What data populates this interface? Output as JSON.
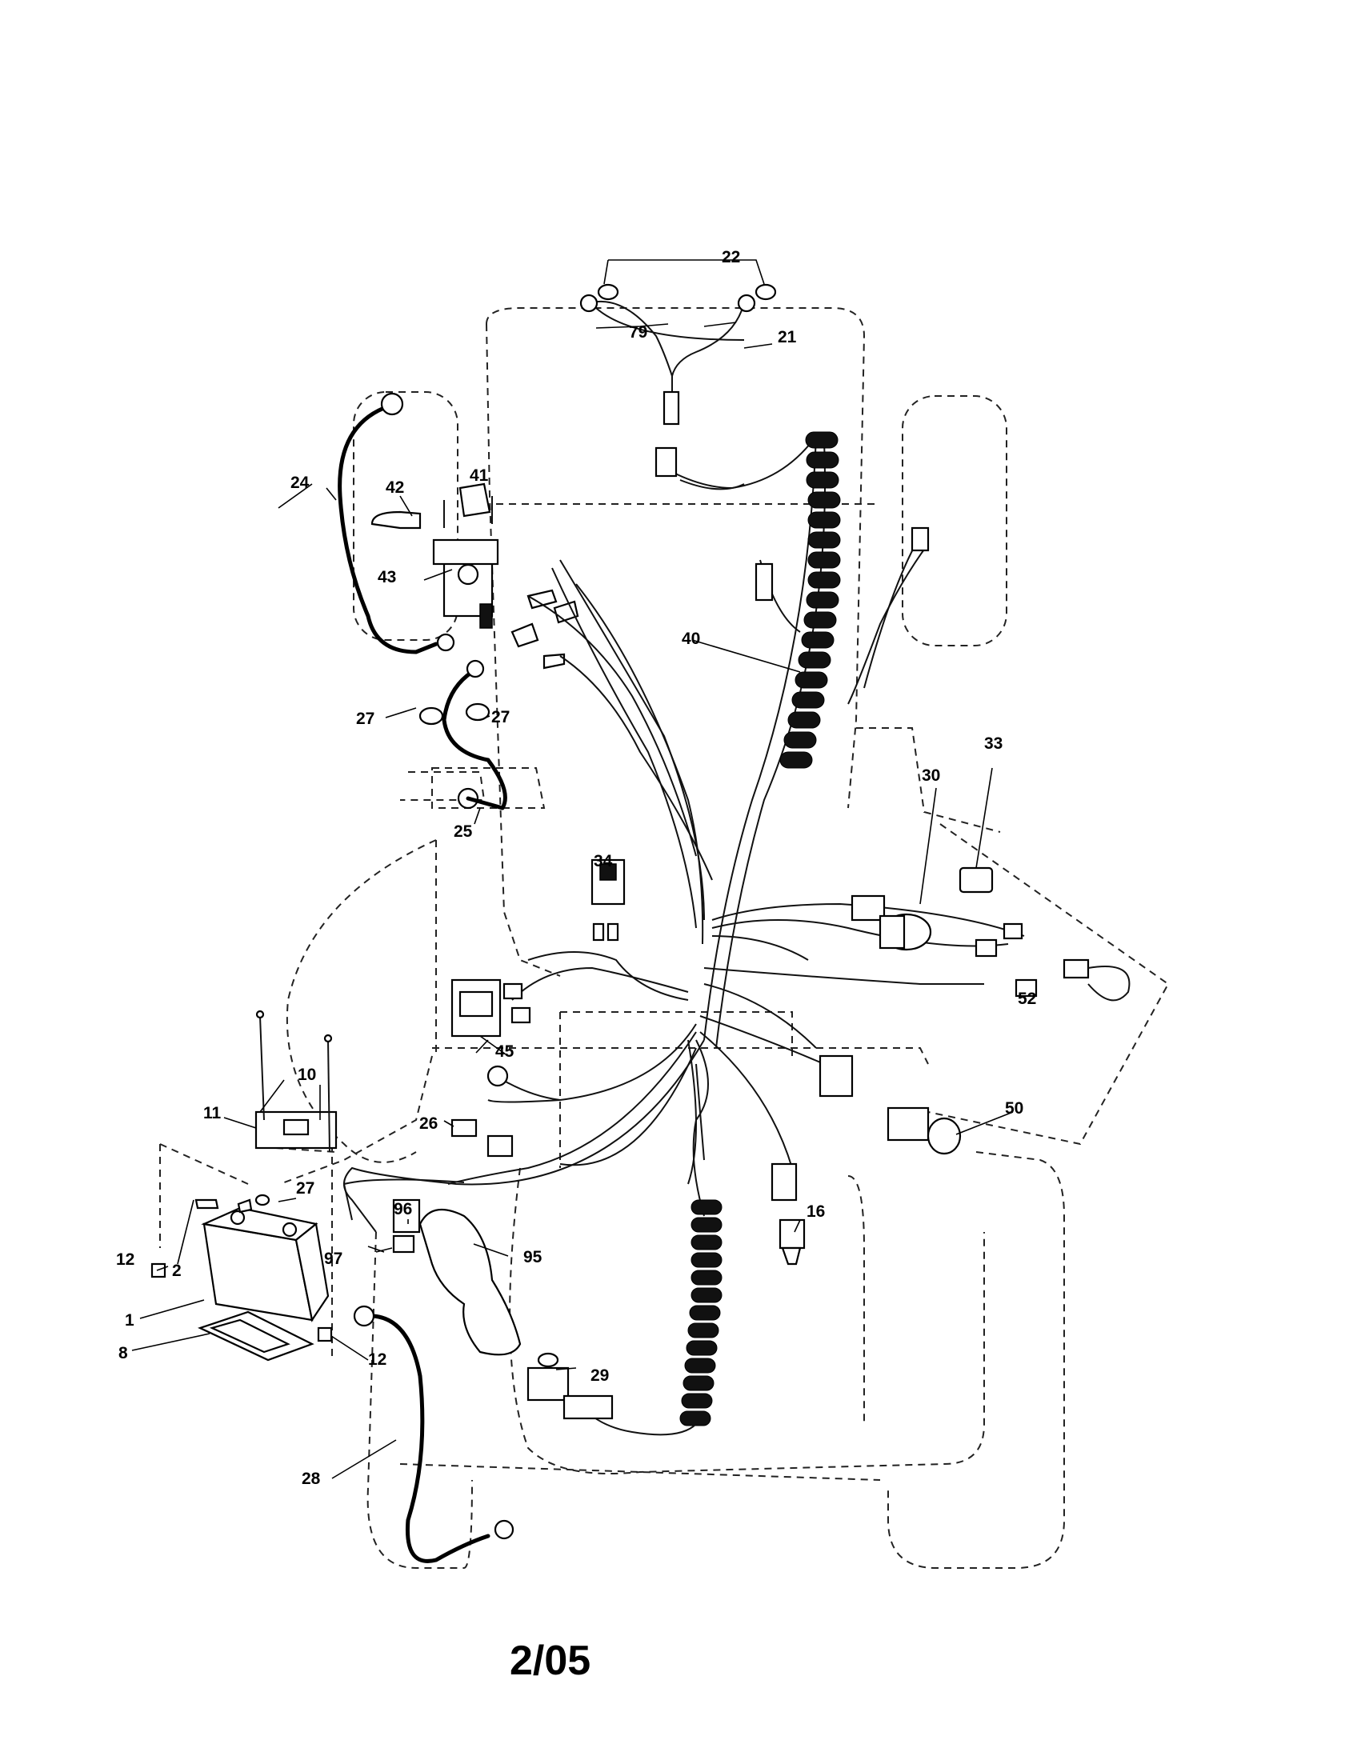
{
  "callouts": [
    {
      "id": "c22",
      "text": "22"
    },
    {
      "id": "c79",
      "text": "79"
    },
    {
      "id": "c21",
      "text": "21"
    },
    {
      "id": "c24",
      "text": "24"
    },
    {
      "id": "c42",
      "text": "42"
    },
    {
      "id": "c41",
      "text": "41"
    },
    {
      "id": "c43",
      "text": "43"
    },
    {
      "id": "c40",
      "text": "40"
    },
    {
      "id": "c27a",
      "text": "27"
    },
    {
      "id": "c27b",
      "text": "27"
    },
    {
      "id": "c25",
      "text": "25"
    },
    {
      "id": "c33",
      "text": "33"
    },
    {
      "id": "c30",
      "text": "30"
    },
    {
      "id": "c34",
      "text": "34"
    },
    {
      "id": "c52",
      "text": "52"
    },
    {
      "id": "c45",
      "text": "45"
    },
    {
      "id": "c10",
      "text": "10"
    },
    {
      "id": "c11",
      "text": "11"
    },
    {
      "id": "c50",
      "text": "50"
    },
    {
      "id": "c26",
      "text": "26"
    },
    {
      "id": "c27c",
      "text": "27"
    },
    {
      "id": "c96",
      "text": "96"
    },
    {
      "id": "c16",
      "text": "16"
    },
    {
      "id": "c12a",
      "text": "12"
    },
    {
      "id": "c2",
      "text": "2"
    },
    {
      "id": "c97",
      "text": "97"
    },
    {
      "id": "c95",
      "text": "95"
    },
    {
      "id": "c1",
      "text": "1"
    },
    {
      "id": "c8",
      "text": "8"
    },
    {
      "id": "c12b",
      "text": "12"
    },
    {
      "id": "c29",
      "text": "29"
    },
    {
      "id": "c28",
      "text": "28"
    }
  ],
  "footer": {
    "date_code": "2/05"
  }
}
